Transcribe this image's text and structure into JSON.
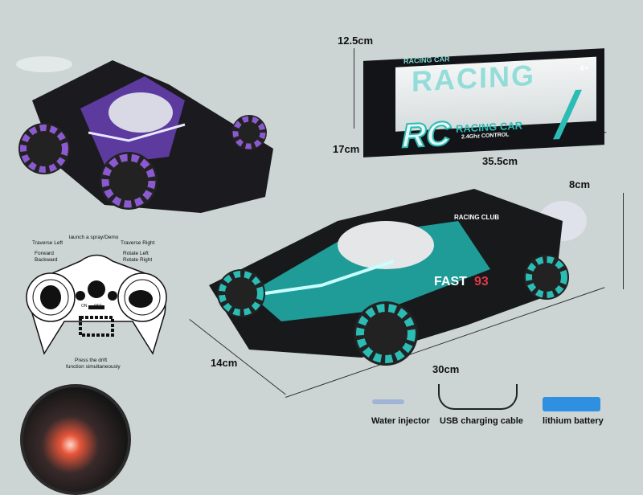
{
  "box": {
    "height_label": "12.5cm",
    "depth_label": "17cm",
    "width_label": "35.5cm",
    "big_title": "RACING",
    "top_title": "RACING CAR",
    "rc_logo": "RC",
    "product_name": "RACING CAR",
    "product_sub": "2.4Ghz CONTROL",
    "age": "6+"
  },
  "car": {
    "height_label": "8cm",
    "depth_label": "14cm",
    "length_label": "30cm",
    "decal": "FAST",
    "decal_number": "93",
    "roof_decal": "RACING CLUB"
  },
  "remote": {
    "labels": {
      "traverse_left": "Traverse Left",
      "spray": "launch a spray/Demo",
      "traverse_right": "Traverse Right",
      "forward": "Forward",
      "backward": "Backward",
      "rotate_left": "Rotate Left",
      "rotate_right": "Rotate Right",
      "on": "ON",
      "off": "OFF",
      "drift_1": "Press the drift",
      "drift_2": "function simultaneously"
    }
  },
  "accessories": [
    {
      "label": "Water injector"
    },
    {
      "label": "USB charging cable"
    },
    {
      "label": "lithium battery"
    }
  ],
  "colors": {
    "background": "#cdd4d4",
    "teal": "#2bbcb5",
    "purple": "#7a4fc2",
    "body": "#1a1a1a"
  }
}
